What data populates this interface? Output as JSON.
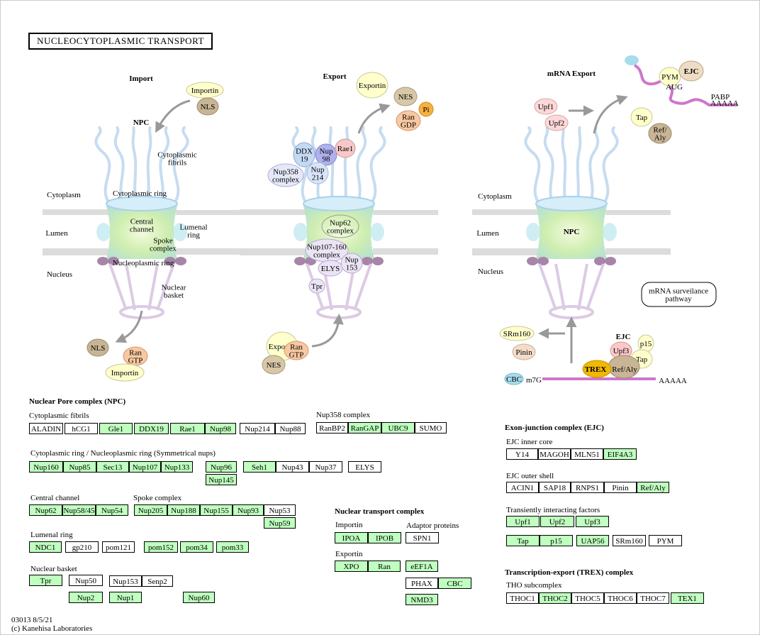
{
  "title": "NUCLEOCYTOPLASMIC  TRANSPORT",
  "footer": {
    "id": "03013 8/5/21",
    "copyright": "(c) Kanehisa Laboratories"
  },
  "colors": {
    "gene_found": "#bfffbf",
    "gene_other": "#ffffff",
    "fibril": "#c6dcf0",
    "basket": "#dccbe4",
    "envelope": "#dcdcdc",
    "mrna": "#cc77cc"
  },
  "panels": {
    "import": {
      "heading": "Import",
      "npc": "NPC",
      "cytoplasmic_fibrils": "Cytoplasmic\nfibrils",
      "cytoplasm": "Cytoplasm",
      "lumen": "Lumen",
      "nucleus": "Nucleus",
      "cytoplasmic_ring": "Cytoplasmic ring",
      "central_channel": "Central\nchannel",
      "lumenal_ring": "Lumenal\nring",
      "spoke_complex": "Spoke\ncomplex",
      "nucleoplasmic_ring": "Nucleoplasmic ring",
      "nuclear_basket": "Nuclear\nbasket",
      "importin": "Importin",
      "nls": "NLS",
      "ran_gtp": "Ran\nGTP"
    },
    "export": {
      "heading": "Export",
      "exportin": "Exportin",
      "nes": "NES",
      "ran_gdp": "Ran\nGDP",
      "pi": "Pi",
      "ddx19": "DDX\n19",
      "nup98": "Nup\n98",
      "rae1": "Rae1",
      "nup358": "Nup358\ncomplex",
      "nup214": "Nup\n214",
      "nup62": "Nup62\ncomplex",
      "nup107": "Nup107-160\ncomplex",
      "elys": "ELYS",
      "nup153": "Nup\n153",
      "tpr": "Tpr",
      "ran_gtp": "Ran\nGTP"
    },
    "mrna": {
      "heading": "mRNA Export",
      "upf1": "Upf1",
      "upf2": "Upf2",
      "pym": "PYM",
      "ejc": "EJC",
      "aug": "AUG",
      "pabp": "PABP",
      "aaaaa": "AAAAA",
      "tap": "Tap",
      "ref_aly": "Ref/\nAly",
      "cytoplasm": "Cytoplasm",
      "lumen": "Lumen",
      "nucleus": "Nucleus",
      "npc": "NPC",
      "surveillance": "mRNA surveilance\npathway",
      "srm160": "SRm160",
      "pinin": "Pinin",
      "ejc2": "EJC",
      "upf3": "Upf3",
      "p15": "p15",
      "tap2": "Tap",
      "trex": "TREX",
      "ref_aly2": "Ref/Aly",
      "cbc": "CBC",
      "m7g": "m7G",
      "aaaaa2": "AAAAA"
    }
  },
  "sections": {
    "npc": "Nuclear Pore complex (NPC)",
    "cytoplasmic_fibrils": "Cytoplasmic fibrils",
    "nup358_complex": "Nup358 complex",
    "cyto_ring": "Cytoplasmic ring / Nucleoplasmic ring (Symmetrical nups)",
    "central_channel": "Central channel",
    "spoke_complex": "Spoke complex",
    "lumenal_ring": "Lumenal ring",
    "nuclear_basket": "Nuclear basket",
    "ntc": "Nuclear transport complex",
    "importin": "Importin",
    "adaptor": "Adaptor proteins",
    "exportin": "Exportin",
    "ejc": "Exon-junction complex (EJC)",
    "ejc_inner": "EJC inner core",
    "ejc_outer": "EJC outer shell",
    "transient": "Transiently interacting factors",
    "trex": "Transcription-export (TREX) complex",
    "tho": "THO subcomplex"
  },
  "genes": {
    "fibrils": [
      {
        "t": "ALADIN",
        "g": false
      },
      {
        "t": "hCG1",
        "g": false
      },
      {
        "t": "Gle1",
        "g": true
      },
      {
        "t": "DDX19",
        "g": true
      },
      {
        "t": "Rae1",
        "g": true
      },
      {
        "t": "Nup98",
        "g": true
      },
      {
        "t": "Nup214",
        "g": false
      },
      {
        "t": "Nup88",
        "g": false
      }
    ],
    "nup358": [
      {
        "t": "RanBP2",
        "g": false
      },
      {
        "t": "RanGAP",
        "g": true
      },
      {
        "t": "UBC9",
        "g": true
      },
      {
        "t": "SUMO",
        "g": false
      }
    ],
    "ring": [
      {
        "t": "Nup160",
        "g": true
      },
      {
        "t": "Nup85",
        "g": true
      },
      {
        "t": "Sec13",
        "g": true
      },
      {
        "t": "Nup107",
        "g": true
      },
      {
        "t": "Nup133",
        "g": true
      },
      {
        "t": "Nup96",
        "g": true
      },
      {
        "t": "Nup145",
        "g": true
      },
      {
        "t": "Seh1",
        "g": true
      },
      {
        "t": "Nup43",
        "g": false
      },
      {
        "t": "Nup37",
        "g": false
      },
      {
        "t": "ELYS",
        "g": false
      }
    ],
    "channel": [
      {
        "t": "Nup62",
        "g": true
      },
      {
        "t": "Nup58/45",
        "g": true
      },
      {
        "t": "Nup54",
        "g": true
      }
    ],
    "spoke": [
      {
        "t": "Nup205",
        "g": true
      },
      {
        "t": "Nup188",
        "g": true
      },
      {
        "t": "Nup155",
        "g": true
      },
      {
        "t": "Nup93",
        "g": true
      },
      {
        "t": "Nup53",
        "g": false
      },
      {
        "t": "Nup59",
        "g": true
      }
    ],
    "lumenal": [
      {
        "t": "NDC1",
        "g": true
      },
      {
        "t": "gp210",
        "g": false
      },
      {
        "t": "pom121",
        "g": false
      },
      {
        "t": "pom152",
        "g": true
      },
      {
        "t": "pom34",
        "g": true
      },
      {
        "t": "pom33",
        "g": true
      }
    ],
    "basket": [
      {
        "t": "Tpr",
        "g": true
      },
      {
        "t": "Nup50",
        "g": false
      },
      {
        "t": "Nup153",
        "g": false
      },
      {
        "t": "Senp2",
        "g": false
      },
      {
        "t": "Nup2",
        "g": true
      },
      {
        "t": "Nup1",
        "g": true
      },
      {
        "t": "Nup60",
        "g": true
      }
    ],
    "importin": [
      {
        "t": "IPOA",
        "g": true
      },
      {
        "t": "IPOB",
        "g": true
      }
    ],
    "adaptor": [
      {
        "t": "SPN1",
        "g": false
      },
      {
        "t": "eEF1A",
        "g": true
      },
      {
        "t": "PHAX",
        "g": false
      },
      {
        "t": "CBC",
        "g": true
      },
      {
        "t": "NMD3",
        "g": true
      }
    ],
    "exportin": [
      {
        "t": "XPO",
        "g": true
      },
      {
        "t": "Ran",
        "g": true
      }
    ],
    "ejc_inner": [
      {
        "t": "Y14",
        "g": false
      },
      {
        "t": "MAGOH",
        "g": false
      },
      {
        "t": "MLN51",
        "g": false
      },
      {
        "t": "EIF4A3",
        "g": true
      }
    ],
    "ejc_outer": [
      {
        "t": "ACIN1",
        "g": false
      },
      {
        "t": "SAP18",
        "g": false
      },
      {
        "t": "RNPS1",
        "g": false
      },
      {
        "t": "Pinin",
        "g": false
      },
      {
        "t": "Ref/Aly",
        "g": true
      }
    ],
    "transient": [
      {
        "t": "Upf1",
        "g": true
      },
      {
        "t": "Upf2",
        "g": true
      },
      {
        "t": "Upf3",
        "g": true
      },
      {
        "t": "Tap",
        "g": true
      },
      {
        "t": "p15",
        "g": true
      },
      {
        "t": "UAP56",
        "g": true
      },
      {
        "t": "SRm160",
        "g": false
      },
      {
        "t": "PYM",
        "g": false
      }
    ],
    "tho": [
      {
        "t": "THOC1",
        "g": false
      },
      {
        "t": "THOC2",
        "g": true
      },
      {
        "t": "THOC5",
        "g": false
      },
      {
        "t": "THOC6",
        "g": false
      },
      {
        "t": "THOC7",
        "g": false
      },
      {
        "t": "TEX1",
        "g": true
      }
    ]
  }
}
